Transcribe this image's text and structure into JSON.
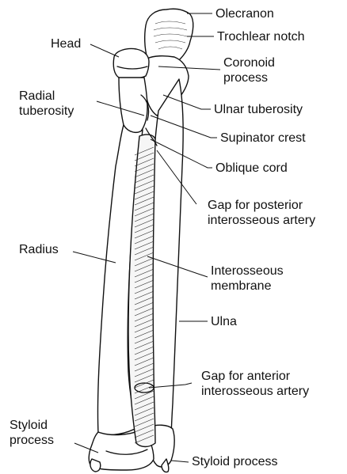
{
  "labels": {
    "olecranon": "Olecranon",
    "trochlear_notch": "Trochlear notch",
    "head": "Head",
    "coronoid_process": "Coronoid\nprocess",
    "radial_tuberosity": "Radial\ntuberosity",
    "ulnar_tuberosity": "Ulnar tuberosity",
    "supinator_crest": "Supinator crest",
    "oblique_cord": "Oblique cord",
    "gap_posterior": "Gap for posterior\ninterosseous artery",
    "radius": "Radius",
    "interosseous_membrane": "Interosseous\nmembrane",
    "ulna": "Ulna",
    "gap_anterior": "Gap for anterior\ninterosseous artery",
    "styloid_process_radius": "Styloid\nprocess",
    "styloid_process_ulna": "Styloid process"
  }
}
